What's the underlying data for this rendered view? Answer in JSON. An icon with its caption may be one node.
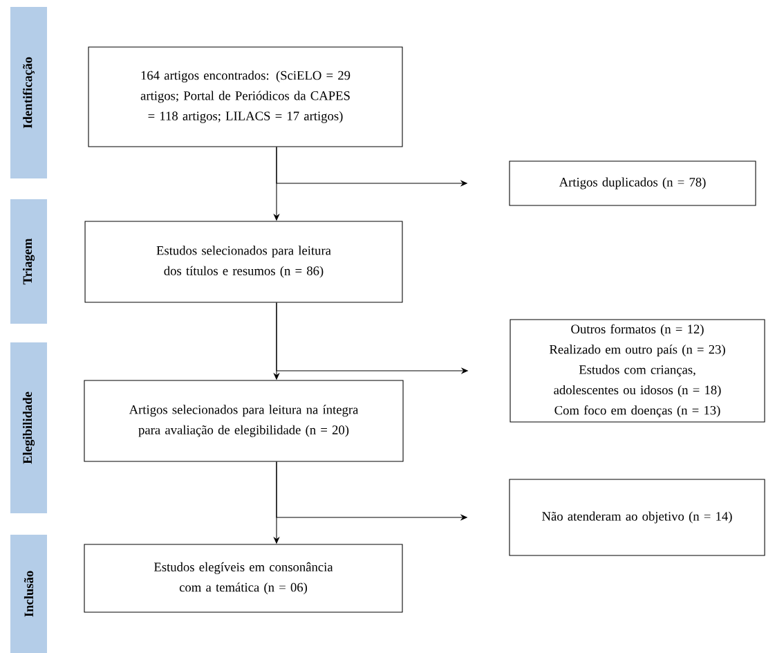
{
  "diagram": {
    "nodes": [
      {
        "text": [
          "Identificação"
        ]
      },
      {
        "text": [
          "164 artigos encontrados: (SciELO = 29 artigos; Portal de Periódicos da CAPES = 118 artigos; LILACS = 17 artigos)"
        ]
      },
      {
        "text": [
          "Artigos duplicados (n = 78)"
        ]
      },
      {
        "text": [
          "Triagem"
        ]
      },
      {
        "text": [
          "Estudos selecionados para leitura dos títulos e resumos (n = 86)"
        ]
      },
      {
        "text": [
          "Outros formatos (n = 12)",
          "Realizado em outro país (n = 23)",
          "Estudos com crianças, adolescentes ou idosos (n = 18)",
          "Com foco em doenças (n = 13)"
        ]
      },
      {
        "text": [
          "Elegibilidade"
        ]
      },
      {
        "text": [
          "Artigos selecionados para leitura na íntegra para avaliação de elegibilidade (n = 20)"
        ]
      },
      {
        "text": [
          "Não atenderam ao objetivo (n = 14)"
        ]
      },
      {
        "text": [
          "Inclusão"
        ]
      },
      {
        "text": [
          "Estudos elegíveis em consonância com a temática (n = 06)"
        ]
      }
    ],
    "edges": [
      {
        "from": 1,
        "to": 4,
        "arrow": "to"
      },
      {
        "from": 1,
        "to": 2,
        "arrow": "to"
      },
      {
        "from": 4,
        "to": 7,
        "arrow": "to"
      },
      {
        "from": 4,
        "to": 5,
        "arrow": "to"
      },
      {
        "from": 7,
        "to": 10,
        "arrow": "to"
      },
      {
        "from": 7,
        "to": 8,
        "arrow": "to"
      }
    ]
  }
}
